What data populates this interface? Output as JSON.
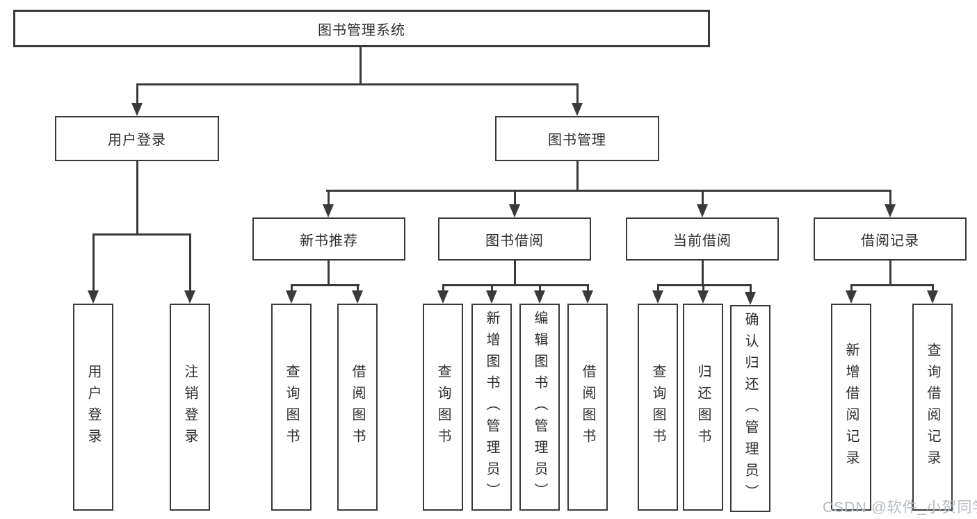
{
  "diagram": {
    "root": {
      "label": "图书管理系统",
      "children": [
        {
          "label": "用户登录",
          "children": [
            {
              "label": "用户登录"
            },
            {
              "label": "注销登录"
            }
          ]
        },
        {
          "label": "图书管理",
          "children": [
            {
              "label": "新书推荐",
              "children": [
                {
                  "label": "查询图书"
                },
                {
                  "label": "借阅图书"
                }
              ]
            },
            {
              "label": "图书借阅",
              "children": [
                {
                  "label": "查询图书"
                },
                {
                  "label": "新增图书（管理员）"
                },
                {
                  "label": "编辑图书（管理员）"
                },
                {
                  "label": "借阅图书"
                }
              ]
            },
            {
              "label": "当前借阅",
              "children": [
                {
                  "label": "查询图书"
                },
                {
                  "label": "归还图书"
                },
                {
                  "label": "确认归还（管理员）"
                }
              ]
            },
            {
              "label": "借阅记录",
              "children": [
                {
                  "label": "新增借阅记录"
                },
                {
                  "label": "查询借阅记录"
                }
              ]
            }
          ]
        }
      ]
    },
    "colors": {
      "line": "#3a3a3a",
      "text": "#2e2e2e",
      "watermark": "#b6bac1",
      "background": "#ffffff"
    }
  },
  "watermark": {
    "text": "CSDN @软件_小贺同学"
  }
}
